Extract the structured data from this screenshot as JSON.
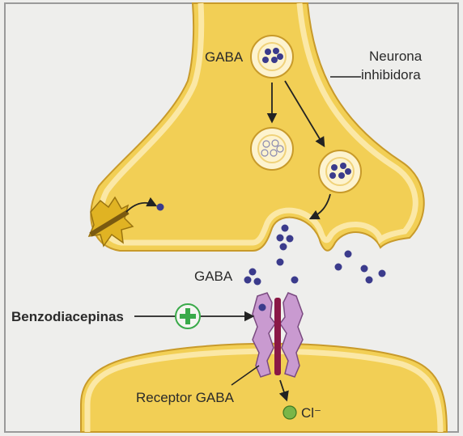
{
  "labels": {
    "gaba_top": "GABA",
    "neuron_line1": "Neurona",
    "neuron_line2": "inhibidora",
    "gaba_cleft": "GABA",
    "benzodiazepines": "Benzodiacepinas",
    "receptor": "Receptor GABA",
    "chloride": "Cl⁻"
  },
  "colors": {
    "background": "#eeeeec",
    "neuron_fill": "#f2cf55",
    "neuron_rim": "#fbe8a6",
    "neuron_edge": "#c89a2a",
    "vesicle_fill": "#fdf3cf",
    "gaba_molecule": "#3b3b8c",
    "receptor_fill": "#c99ad0",
    "receptor_channel": "#8a1846",
    "plus_green": "#3aaa4a",
    "chloride_green": "#7ab648",
    "transporter": "#e0b323"
  },
  "icons": {
    "transporter": "gaba-transporter-icon",
    "plus": "plus-icon",
    "receptor": "gaba-receptor-icon"
  }
}
